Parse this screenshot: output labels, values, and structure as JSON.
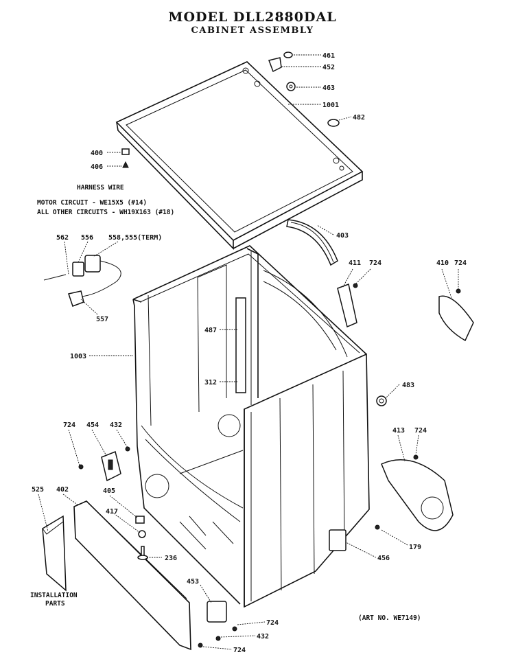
{
  "title": "MODEL DLL2880DAL",
  "subtitle": "CABINET ASSEMBLY",
  "harness": {
    "heading": "HARNESS WIRE",
    "line1": "MOTOR CIRCUIT - WE15X5 (#14)",
    "line2": "ALL OTHER CIRCUITS - WH19X163 (#18)"
  },
  "installation": {
    "line1": "INSTALLATION",
    "line2": "PARTS"
  },
  "art_number": "(ART NO. WE7149)",
  "parts": [
    {
      "id": "p461",
      "text": "461"
    },
    {
      "id": "p452",
      "text": "452"
    },
    {
      "id": "p463",
      "text": "463"
    },
    {
      "id": "p1001",
      "text": "1001"
    },
    {
      "id": "p482",
      "text": "482"
    },
    {
      "id": "p400",
      "text": "400"
    },
    {
      "id": "p406",
      "text": "406"
    },
    {
      "id": "p562",
      "text": "562"
    },
    {
      "id": "p556",
      "text": "556"
    },
    {
      "id": "p558",
      "text": "558,555(TERM)"
    },
    {
      "id": "p557",
      "text": "557"
    },
    {
      "id": "p403",
      "text": "403"
    },
    {
      "id": "p411",
      "text": "411"
    },
    {
      "id": "p724a",
      "text": "724"
    },
    {
      "id": "p410",
      "text": "410"
    },
    {
      "id": "p724b",
      "text": "724"
    },
    {
      "id": "p487",
      "text": "487"
    },
    {
      "id": "p1003",
      "text": "1003"
    },
    {
      "id": "p312",
      "text": "312"
    },
    {
      "id": "p483",
      "text": "483"
    },
    {
      "id": "p724c",
      "text": "724"
    },
    {
      "id": "p454",
      "text": "454"
    },
    {
      "id": "p432a",
      "text": "432"
    },
    {
      "id": "p413",
      "text": "413"
    },
    {
      "id": "p724d",
      "text": "724"
    },
    {
      "id": "p525",
      "text": "525"
    },
    {
      "id": "p402",
      "text": "402"
    },
    {
      "id": "p405",
      "text": "405"
    },
    {
      "id": "p417",
      "text": "417"
    },
    {
      "id": "p236",
      "text": "236"
    },
    {
      "id": "p179",
      "text": "179"
    },
    {
      "id": "p456",
      "text": "456"
    },
    {
      "id": "p453",
      "text": "453"
    },
    {
      "id": "p724e",
      "text": "724"
    },
    {
      "id": "p432b",
      "text": "432"
    },
    {
      "id": "p724f",
      "text": "724"
    }
  ]
}
